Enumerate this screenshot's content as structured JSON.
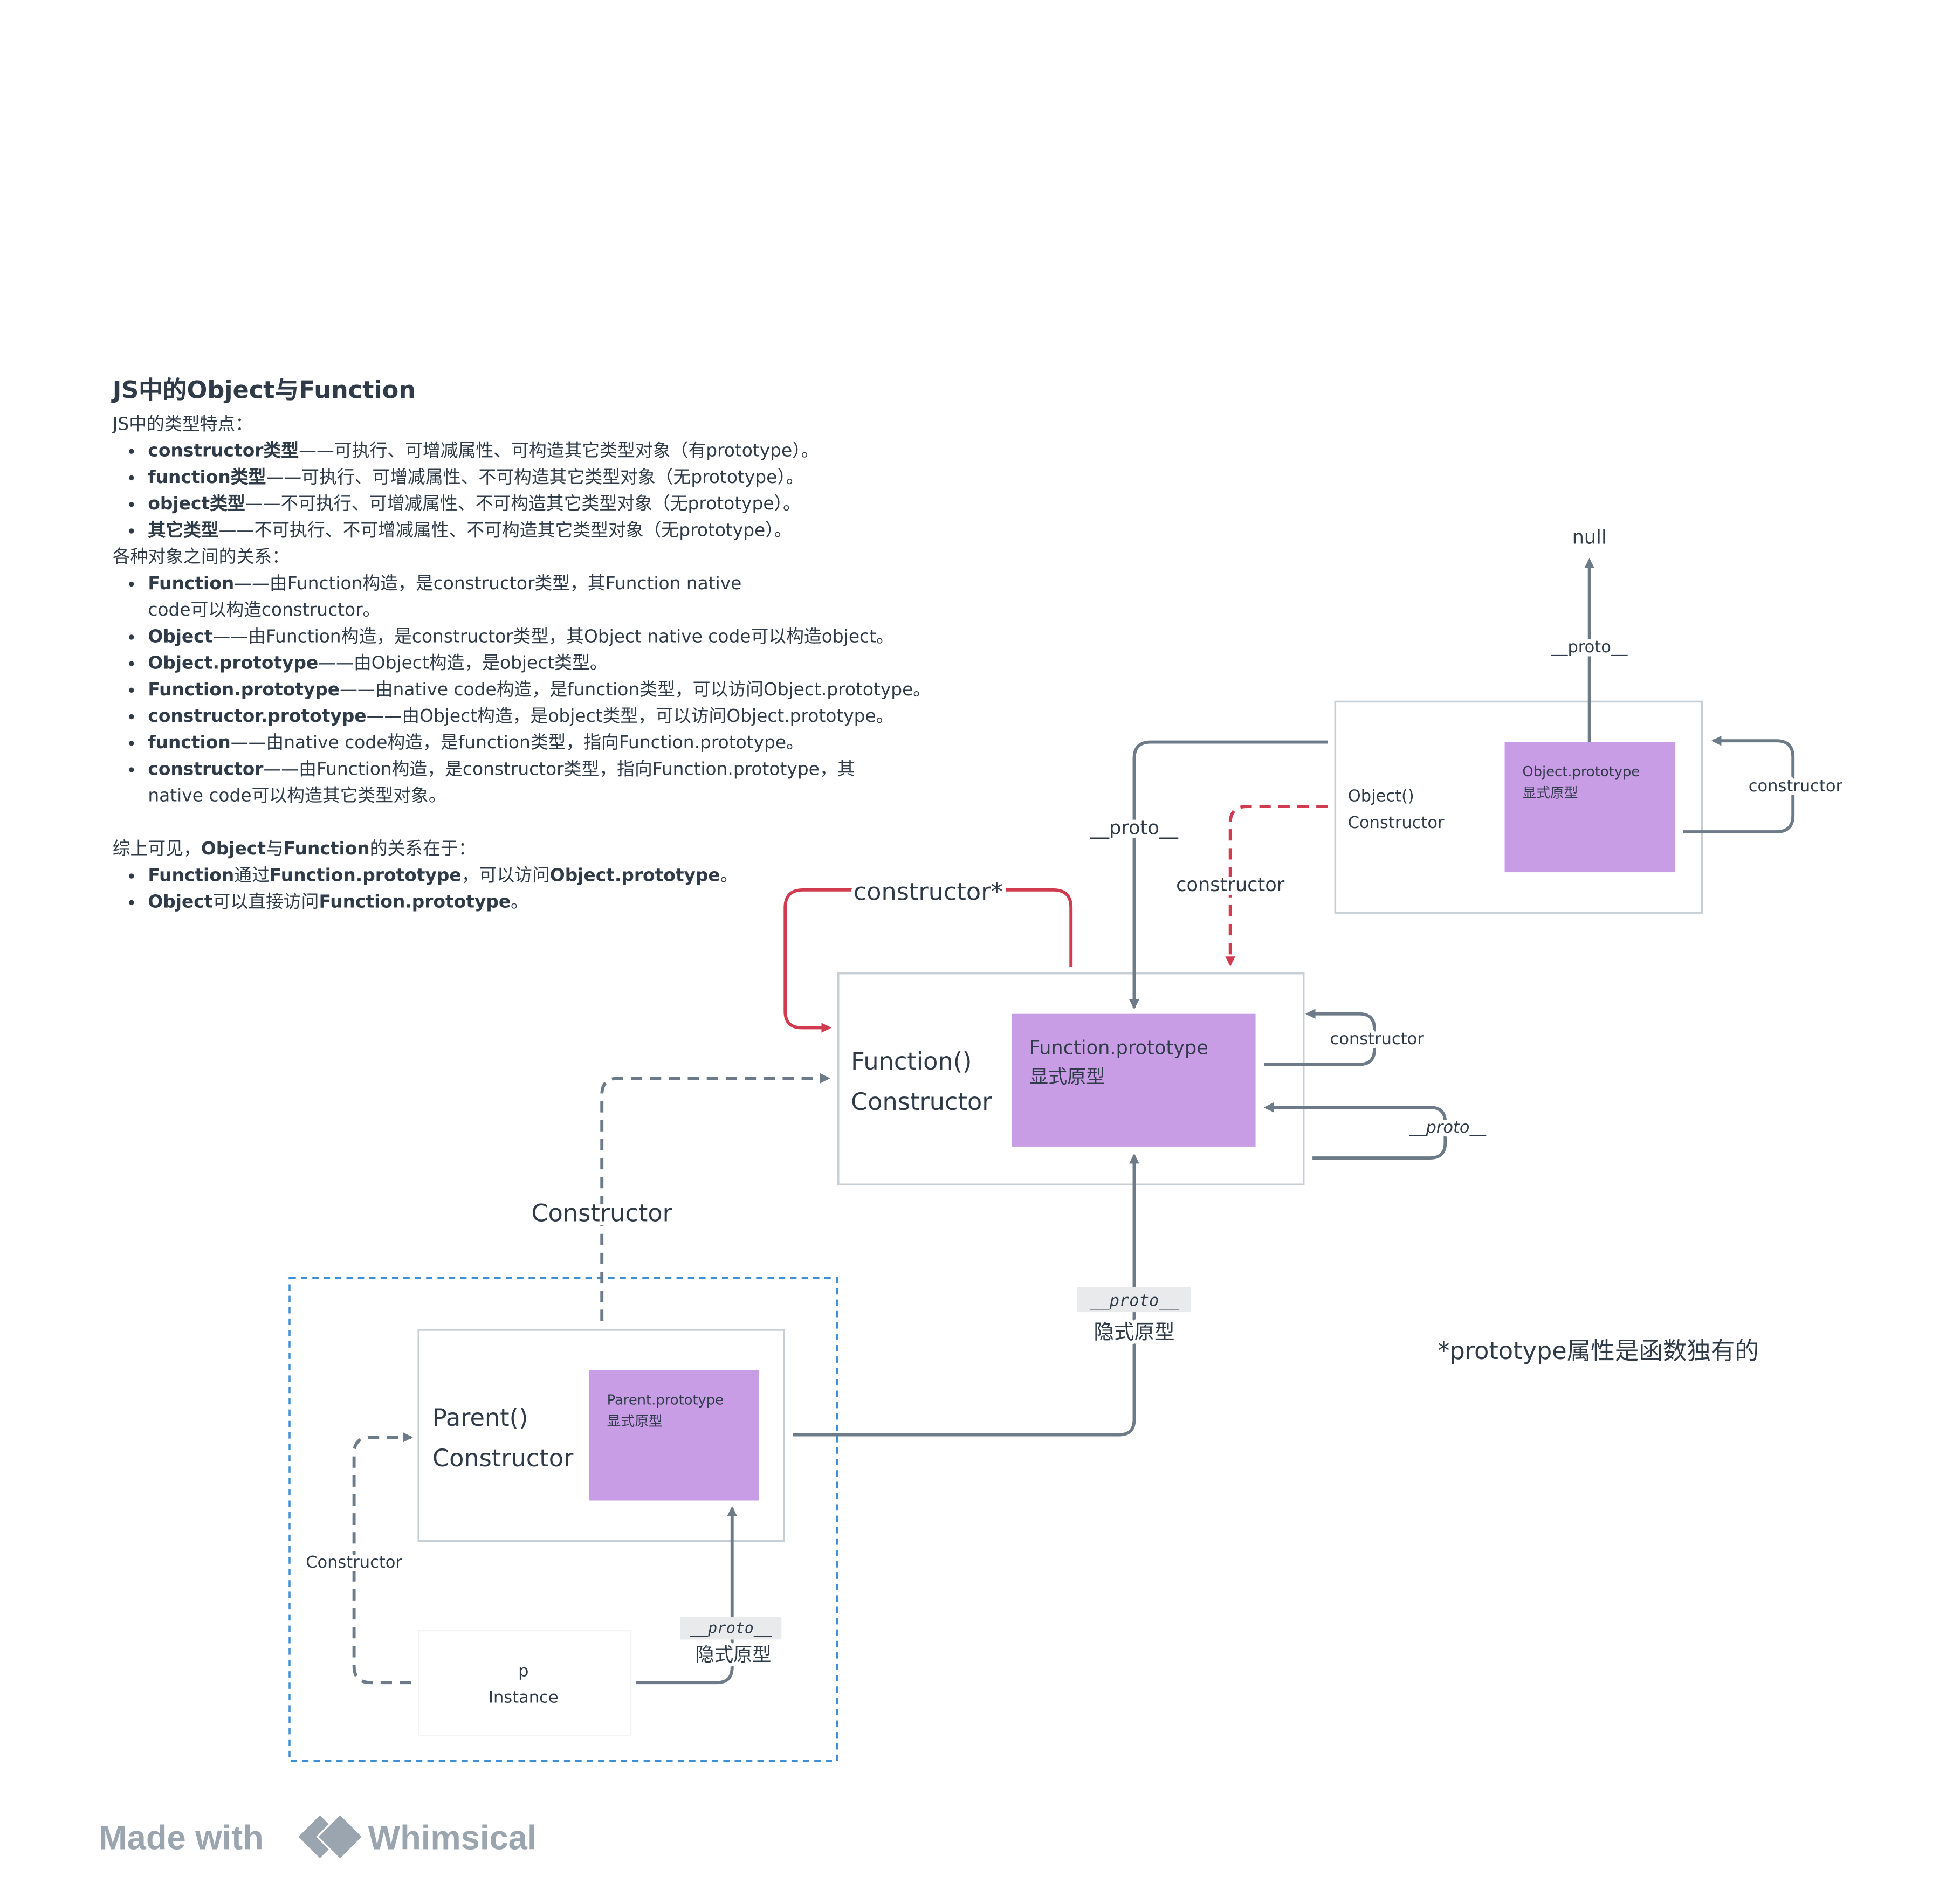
{
  "notes": {
    "title": "JS中的Object与Function",
    "types_heading": "JS中的类型特点：",
    "types": [
      {
        "term": "constructor类型",
        "desc": "——可执行、可增减属性、可构造其它类型对象（有prototype）。"
      },
      {
        "term": "function类型",
        "desc": "——可执行、可增减属性、不可构造其它类型对象（无prototype）。"
      },
      {
        "term": "object类型",
        "desc": "——不可执行、可增减属性、不可构造其它类型对象（无prototype）。"
      },
      {
        "term": "其它类型",
        "desc": "——不可执行、不可增减属性、不可构造其它类型对象（无prototype）。"
      }
    ],
    "relations_heading": "各种对象之间的关系：",
    "relations": [
      {
        "term": "Function",
        "desc": "——由Function构造，是constructor类型，其Function native code可以构造constructor。"
      },
      {
        "term": "Object",
        "desc": "——由Function构造，是constructor类型，其Object native code可以构造object。"
      },
      {
        "term": "Object.prototype",
        "desc": "——由Object构造，是object类型。"
      },
      {
        "term": "Function.prototype",
        "desc": "——由native code构造，是function类型，可以访问Object.prototype。"
      },
      {
        "term": "constructor.prototype",
        "desc": "——由Object构造，是object类型，可以访问Object.prototype。"
      },
      {
        "term": "function",
        "desc": "——由native code构造，是function类型，指向Function.prototype。"
      },
      {
        "term": "constructor",
        "desc": "——由Function构造，是constructor类型，指向Function.prototype，其native code可以构造其它类型对象。"
      }
    ],
    "summary_pre": "综上可见，",
    "summary_b1": "Object",
    "summary_mid": "与",
    "summary_b2": "Function",
    "summary_post": "的关系在于：",
    "summary_items": [
      [
        {
          "t": "Function",
          "b": true
        },
        {
          "t": "通过",
          "b": false
        },
        {
          "t": "Function.prototype",
          "b": true
        },
        {
          "t": "，可以访问",
          "b": false
        },
        {
          "t": "Object.prototype",
          "b": true
        },
        {
          "t": "。",
          "b": false
        }
      ],
      [
        {
          "t": "Object",
          "b": true
        },
        {
          "t": "可以直接访问",
          "b": false
        },
        {
          "t": "Function.prototype",
          "b": true
        },
        {
          "t": "。",
          "b": false
        }
      ]
    ]
  },
  "diagram": {
    "null_label": "null",
    "object_box": {
      "line1": "Object()",
      "line2": "Constructor",
      "proto_line1": "Object.prototype",
      "proto_line2": "显式原型"
    },
    "function_box": {
      "line1": "Function()",
      "line2": "Constructor",
      "proto_line1": "Function.prototype",
      "proto_line2": "显式原型"
    },
    "parent_box": {
      "line1": "Parent()",
      "line2": "Constructor",
      "proto_line1": "Parent.prototype",
      "proto_line2": "显式原型"
    },
    "instance_box": {
      "line1": "p",
      "line2": "Instance"
    },
    "edge_labels": {
      "obj_proto_to_null": "__proto__",
      "obj_constructor_loop": "constructor",
      "obj_to_function_proto": "__proto__",
      "obj_to_function_constructor": "constructor",
      "function_constructor_star": "constructor*",
      "fn_constructor_loop": "constructor",
      "fn_proto_loop": "__proto__",
      "parent_constructor": "Constructor",
      "parent_proto_code": "__proto__",
      "parent_proto_text": "隐式原型",
      "instance_constructor": "Constructor",
      "instance_proto_code": "__proto__",
      "instance_proto_text": "隐式原型"
    },
    "footnote": "*prototype属性是函数独有的"
  },
  "watermark": {
    "made_with": "Made with",
    "brand": "Whimsical"
  },
  "colors": {
    "text": "#2f3b48",
    "arrow": "#6d7a87",
    "red": "#d23a4f",
    "blue_dash": "#3d8fd6",
    "purple": "#c89de6",
    "box_border": "#c6ced6"
  }
}
